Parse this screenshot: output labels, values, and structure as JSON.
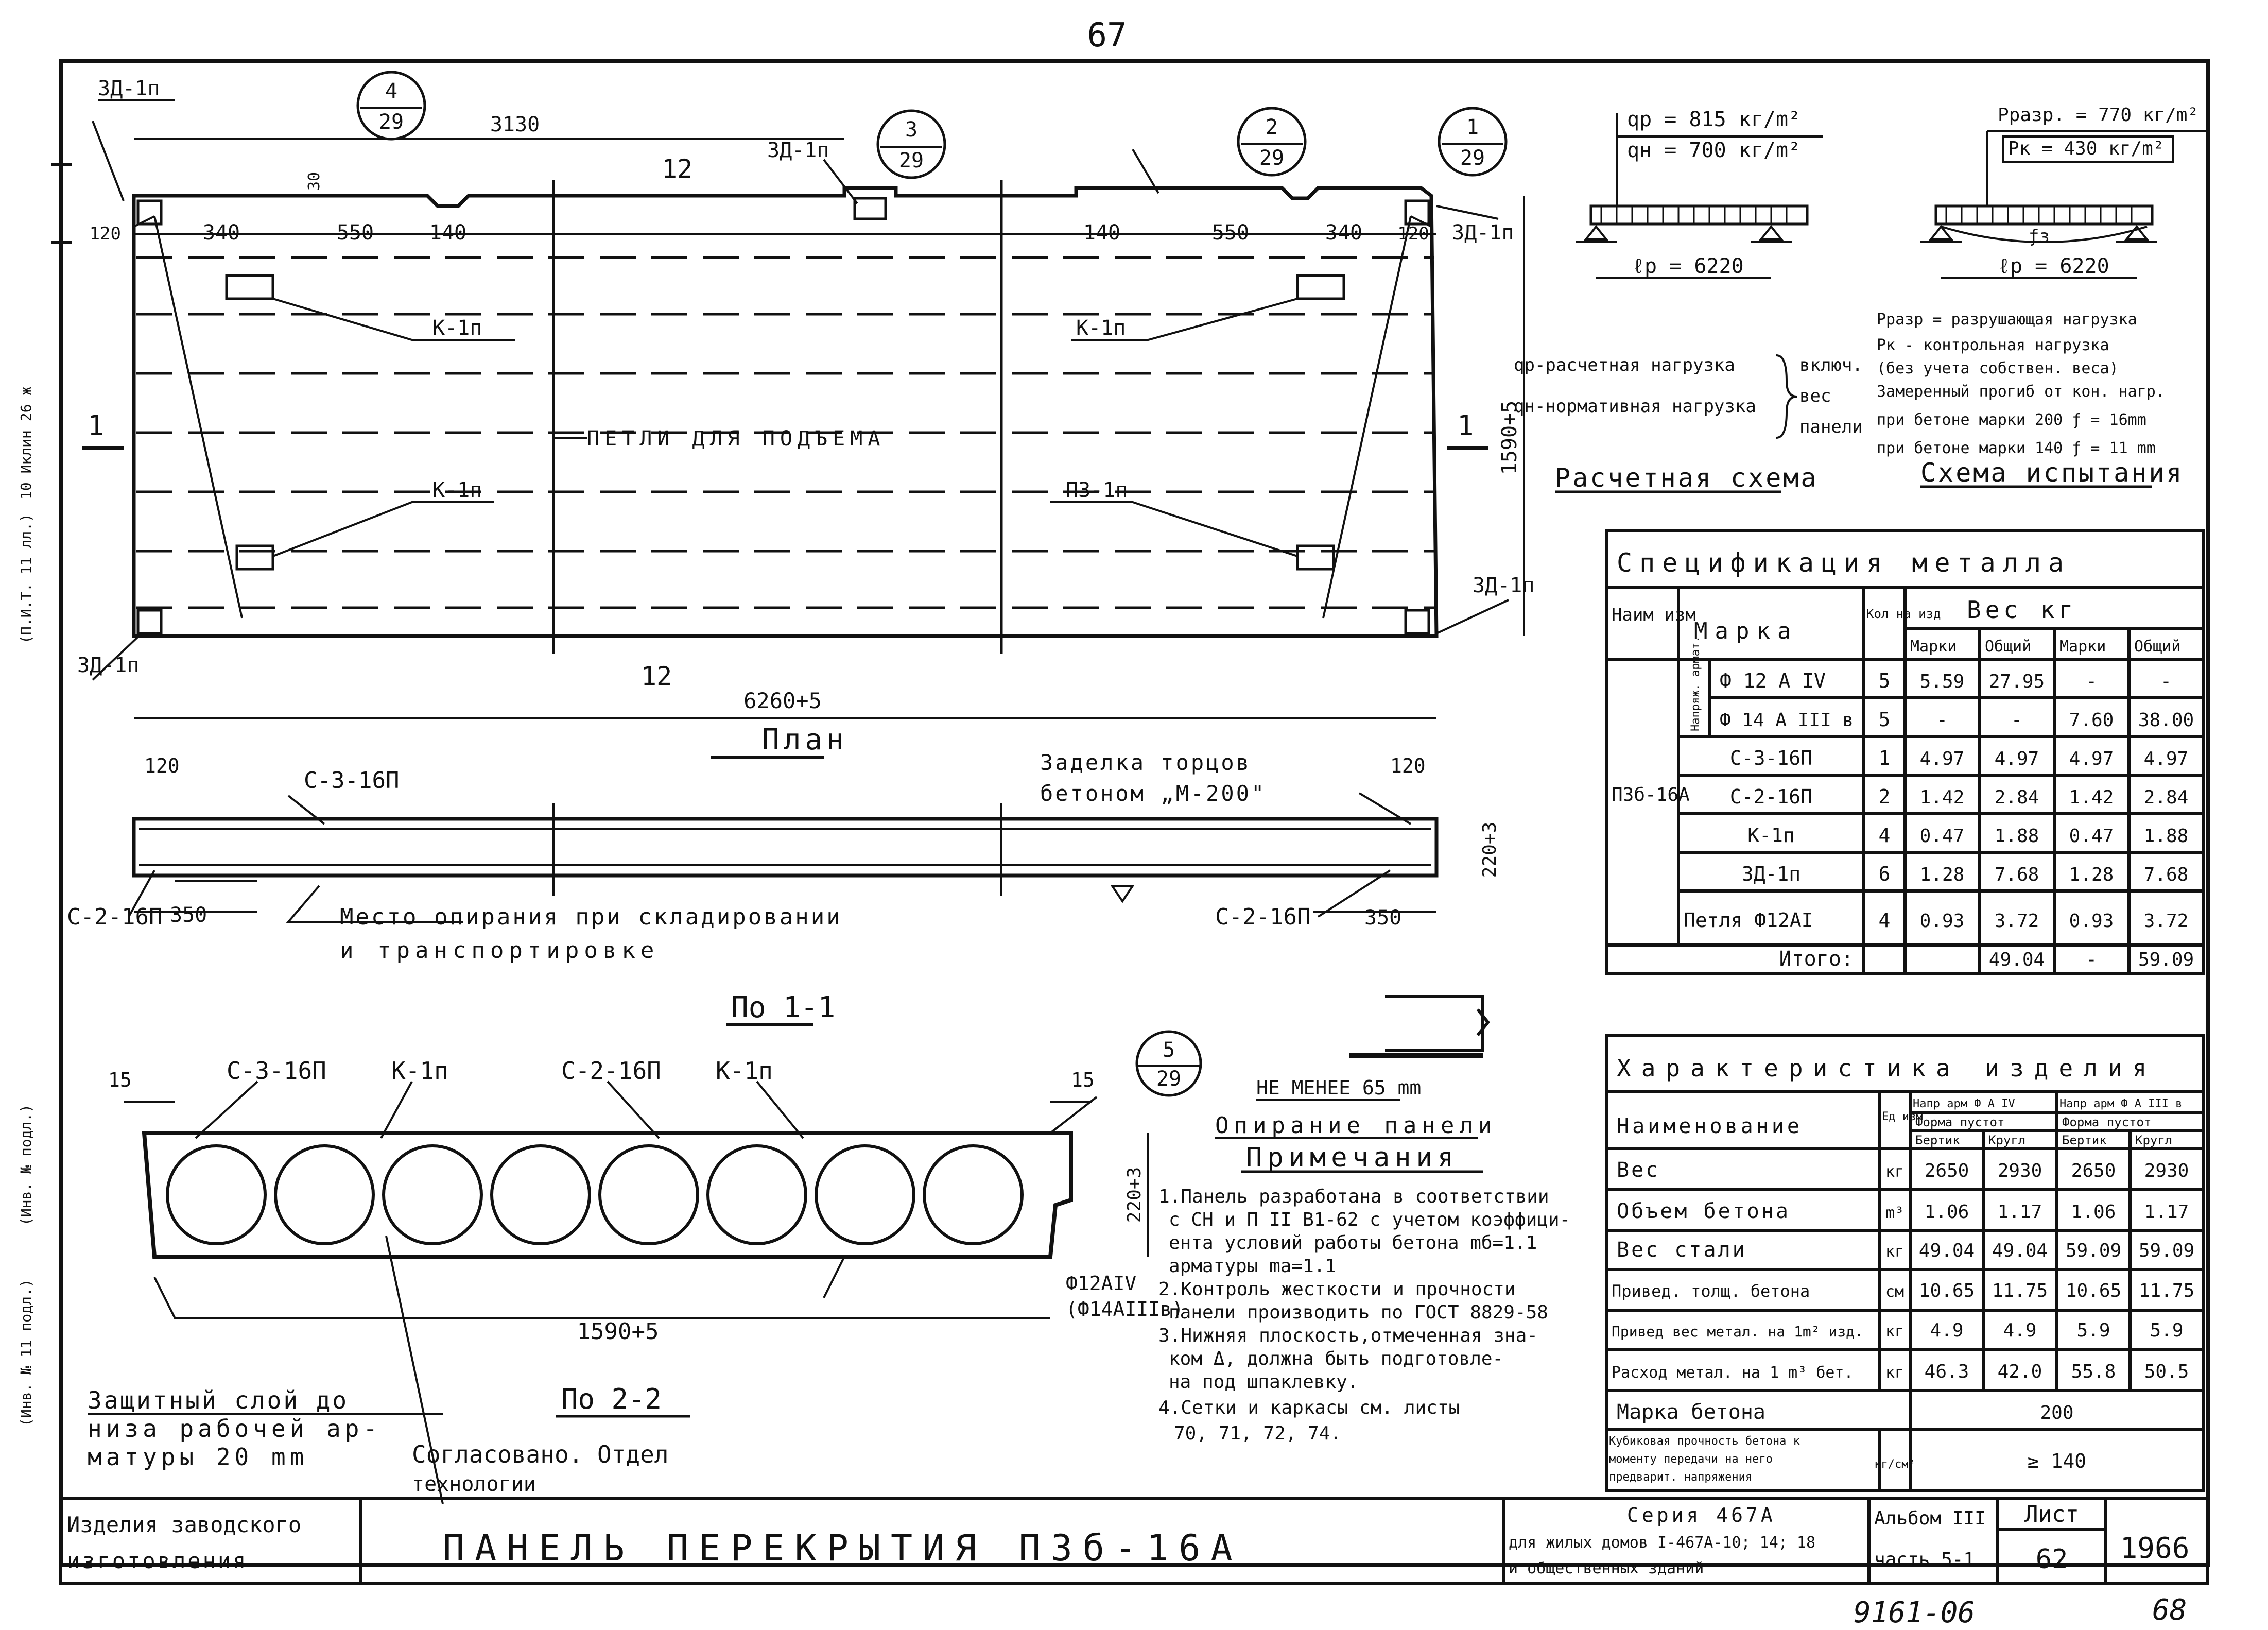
{
  "page_number": "67",
  "bottom_right_number": "68",
  "archive_number": "9161-06",
  "plan": {
    "title": "План",
    "dims": {
      "top_3130": "3130",
      "d30": "30",
      "d120_l": "120",
      "d340_l": "340",
      "d550_l": "550",
      "d140_l": "140",
      "d140_r": "140",
      "d550_r": "550",
      "d340_r": "340",
      "d120_r": "120",
      "length": "6260+5",
      "width": "1590+5"
    },
    "marks": {
      "zd_tl": "ЗД-1п",
      "zd_tl2": "ЗД-1п",
      "zd_tr": "ЗД-1п",
      "zd_br": "ЗД-1п",
      "zd_bl": "ЗД-1п",
      "k1_a": "К-1п",
      "k1_b": "К-1п",
      "k1_c": "К-1п",
      "k1_d": "П3-1п",
      "loops": "ПЕТЛИ ДЛЯ ПОДЪЕМА",
      "sec_12_top": "12",
      "sec_12_bot": "12",
      "sec_1_l": "1",
      "sec_1_r": "1"
    },
    "callouts": [
      {
        "top": "4",
        "bottom": "29"
      },
      {
        "top": "3",
        "bottom": "29"
      },
      {
        "top": "2",
        "bottom": "29"
      },
      {
        "top": "1",
        "bottom": "29"
      }
    ]
  },
  "section_long": {
    "c3": "С-3-16П",
    "c2_l": "С-2-16П",
    "c2_r": "С-2-16П",
    "d120_l": "120",
    "d120_r": "120",
    "d350_l": "350",
    "d350_r": "350",
    "height": "220+3",
    "sealing_1": "Заделка торцов",
    "sealing_2": "бетоном „М-200\"",
    "support_1": "Место опирания при складировании",
    "support_2": "и транспортировке",
    "title": "По 1-1"
  },
  "section_cross": {
    "c3": "С-3-16П",
    "k1_l": "К-1п",
    "c2": "С-2-16П",
    "k1_r": "К-1п",
    "d15_l": "15",
    "d15_r": "15",
    "callout": {
      "top": "5",
      "bottom": "29"
    },
    "height": "220+3",
    "width": "1590+5",
    "bar1": "Ф12АIV",
    "bar2": "(Ф14АIIIв)",
    "cover_1": "Защитный слой до",
    "cover_2": "низа рабочей ар-",
    "cover_3": "матуры 20 mm",
    "title": "По 2-2",
    "agreed_1": "Согласовано. Отдел",
    "agreed_2": "технологии"
  },
  "support_detail": {
    "min_depth": "НЕ МЕНЕЕ 65 mm",
    "title": "Опирание панели"
  },
  "notes": {
    "title": "Примечания",
    "lines": [
      "1.Панель разработана в соответствии",
      "с СН и П II В1-62 с учетом коэффици-",
      "ента условий работы бетона mб=1.1",
      "арматуры mа=1.1",
      "2.Контроль жесткости и прочности",
      "панели производить по ГОСТ 8829-58",
      "3.Нижняя плоскость,отмеченная зна-",
      "ком Δ, должна быть подготовле-",
      "на под шпаклевку.",
      "4.Сетки и каркасы см. листы",
      "70, 71, 72, 74."
    ]
  },
  "load_scheme": {
    "qp": "qр = 815 кг/m²",
    "qn": "qн = 700 кг/m²",
    "lp": "ℓр = 6220",
    "legend_qp": "qр-расчетная нагрузка",
    "legend_qn": "qн-нормативная нагрузка",
    "legend_incl_1": "включ.",
    "legend_incl_2": "вес",
    "legend_incl_3": "панели",
    "title": "Расчетная схема"
  },
  "test_scheme": {
    "prazr": "Рразр. = 770 кг/m²",
    "pk": "Рк = 430 кг/m²",
    "f": "ƒз",
    "lp": "ℓр = 6220",
    "legend": [
      "Рразр = разрушающая нагрузка",
      "Рк - контрольная нагрузка",
      "(без учета собствен. веса)",
      "Замеренный прогиб от кон. нагр.",
      "при бетоне марки 200 ƒ = 16mm",
      "при бетоне марки 140 ƒ = 11 mm"
    ],
    "title": "Схема испытания"
  },
  "spec_table": {
    "title": "Спецификация металла",
    "h_name": "Наим изм",
    "h_mark": "Марка",
    "h_qty": "Кол на изд",
    "h_weight": "Вес кг",
    "h_marki_1": "Марки",
    "h_total_1": "Общий",
    "h_marki_2": "Марки",
    "h_total_2": "Общий",
    "product": "П3б-16А",
    "prestress": "Напряж. армат.",
    "rows": [
      [
        "Ф 12 А IV",
        "5",
        "5.59",
        "27.95",
        "-",
        "-"
      ],
      [
        "Ф 14 А III в",
        "5",
        "-",
        "-",
        "7.60",
        "38.00"
      ],
      [
        "С-3-16П",
        "1",
        "4.97",
        "4.97",
        "4.97",
        "4.97"
      ],
      [
        "С-2-16П",
        "2",
        "1.42",
        "2.84",
        "1.42",
        "2.84"
      ],
      [
        "К-1п",
        "4",
        "0.47",
        "1.88",
        "0.47",
        "1.88"
      ],
      [
        "ЗД-1п",
        "6",
        "1.28",
        "7.68",
        "1.28",
        "7.68"
      ],
      [
        "Петля Ф12АI",
        "4",
        "0.93",
        "3.72",
        "0.93",
        "3.72"
      ]
    ],
    "total_label": "Итого:",
    "totals": [
      "49.04",
      "-",
      "59.09"
    ]
  },
  "char_table": {
    "title": "Характеристика изделия",
    "h_name": "Наименование",
    "h_unit": "Ед изм",
    "h_g1": "Напр арм Ф А IV",
    "h_g2": "Напр арм Ф А III в",
    "h_form1": "Форма пустот",
    "h_form2": "Форма пустот",
    "h_sub": [
      "Бертик",
      "Кругл",
      "Бертик",
      "Кругл"
    ],
    "rows": [
      [
        "Вес",
        "кг",
        "2650",
        "2930",
        "2650",
        "2930"
      ],
      [
        "Объем бетона",
        "m³",
        "1.06",
        "1.17",
        "1.06",
        "1.17"
      ],
      [
        "Вес стали",
        "кг",
        "49.04",
        "49.04",
        "59.09",
        "59.09"
      ],
      [
        "Привед. толщ. бетона",
        "см",
        "10.65",
        "11.75",
        "10.65",
        "11.75"
      ],
      [
        "Привед вес метал. на 1m² изд.",
        "кг",
        "4.9",
        "4.9",
        "5.9",
        "5.9"
      ],
      [
        "Расход метал. на 1 m³ бет.",
        "кг",
        "46.3",
        "42.0",
        "55.8",
        "50.5"
      ]
    ],
    "grade_label": "Марка бетона",
    "grade_value": "200",
    "cube_1": "Кубиковая прочность бетона к",
    "cube_2": "моменту передачи на него",
    "cube_3": "предварит. напряжения",
    "cube_unit": "кг/см²",
    "cube_value": "≥ 140"
  },
  "title_block": {
    "org_1": "Изделия заводского",
    "org_2": "изготовления",
    "title": "ПАНЕЛЬ ПЕРЕКРЫТИЯ П3б-16А",
    "series_1": "Серия 467А",
    "series_2": "для жилых домов I-467А-10; 14; 18",
    "series_3": "и общественных зданий",
    "album_1": "Альбом III",
    "album_2": "часть 5-1",
    "sheet_label": "Лист",
    "sheet_value": "62",
    "year": "1966"
  },
  "margin": {
    "m1": "10 Иклин 26 ж",
    "m2": "(П.И.Т. 11 лл.)",
    "m3": "(Инв. № подл.)",
    "m4": "(Инв. № 11 подл.)"
  }
}
